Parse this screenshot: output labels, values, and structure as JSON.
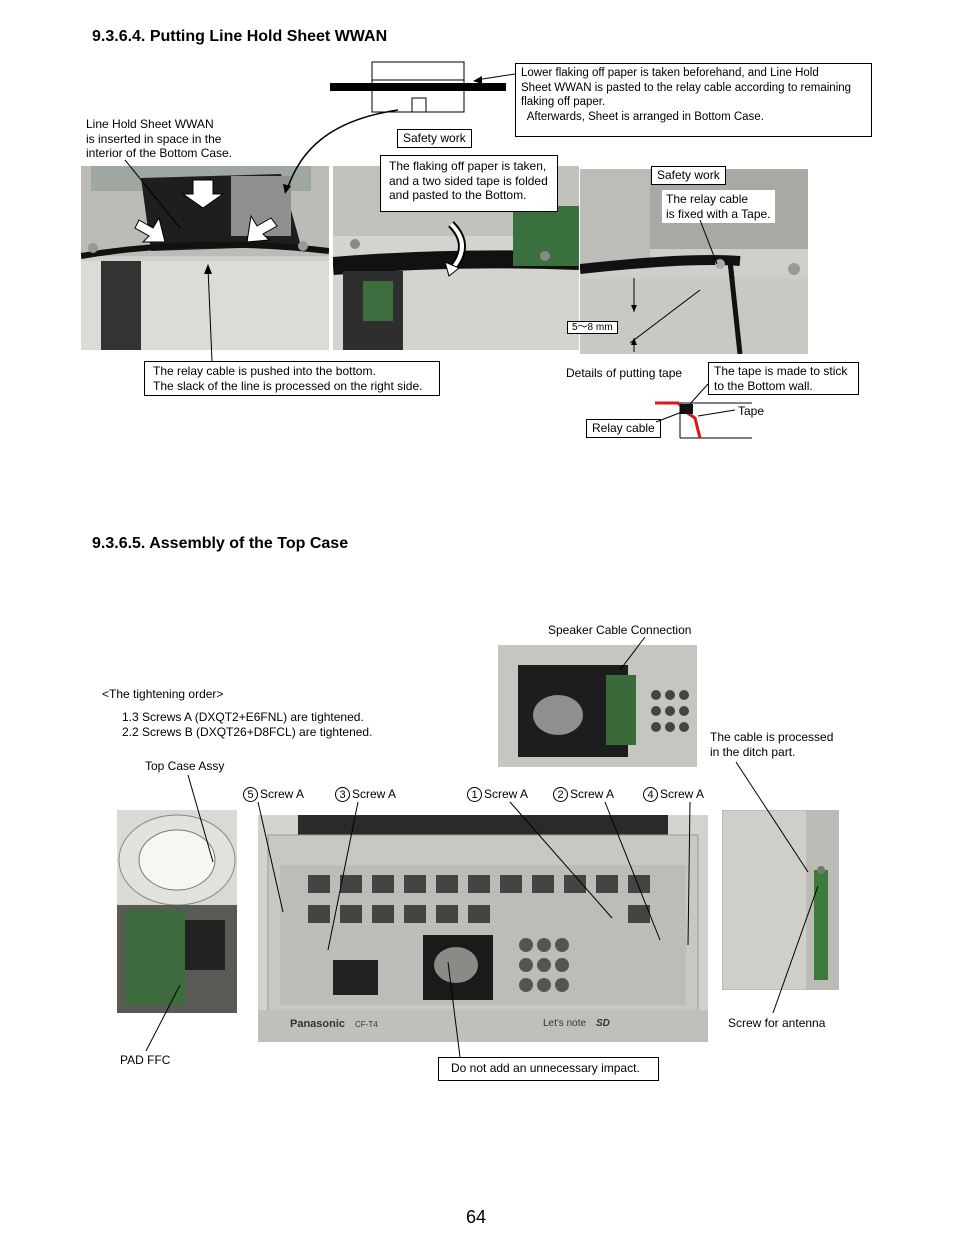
{
  "section1": {
    "heading": "9.3.6.4. Putting Line Hold Sheet WWAN",
    "callout_top": [
      "Lower flaking off paper is taken beforehand, and Line Hold",
      "Sheet WWAN is pasted to the relay cable according to remaining",
      "flaking off paper.",
      "  Afterwards, Sheet is arranged in Bottom Case."
    ],
    "inserted_note": [
      "Line Hold Sheet WWAN",
      "is inserted in space in the",
      "interior of the Bottom Case."
    ],
    "safety_work_1": "Safety work",
    "flaking_note": [
      "The flaking off paper is taken,",
      "and a two sided tape is folded",
      "and pasted to the Bottom."
    ],
    "safety_work_2": "Safety work",
    "relay_fixed": [
      "The relay cable",
      "is fixed with a Tape."
    ],
    "measure": "5～8 mm",
    "relay_pushed": [
      "The relay cable is pushed into the bottom.",
      "The slack of the line is processed on the right side."
    ],
    "details_label": "Details of putting tape",
    "tape_wall_note": [
      "The tape is made to stick",
      "to the Bottom wall."
    ],
    "tape_label": "Tape",
    "relay_cable_label": "Relay cable"
  },
  "section2": {
    "heading": "9.3.6.5. Assembly of the Top Case",
    "speaker_label": "Speaker Cable Connection",
    "tightening_title": "<The tightening order>",
    "tightening_steps": [
      "1.3 Screws A (DXQT2+E6FNL) are tightened.",
      "2.2 Screws B (DXQT26+D8FCL) are tightened."
    ],
    "cable_ditch": [
      "The cable is processed",
      "in the ditch part."
    ],
    "top_case_assy": "Top Case Assy",
    "screws": [
      {
        "num": "5",
        "label": "Screw A"
      },
      {
        "num": "3",
        "label": "Screw A"
      },
      {
        "num": "1",
        "label": "Screw A"
      },
      {
        "num": "2",
        "label": "Screw A"
      },
      {
        "num": "4",
        "label": "Screw A"
      }
    ],
    "brand_text": "Panasonic",
    "model_text": "CF-T4",
    "lets_text": "Let's note",
    "sd_text": "SD",
    "screw_antenna": "Screw for antenna",
    "pad_ffc": "PAD FFC",
    "no_impact": "Do not add an unnecessary impact."
  },
  "page_number": "64",
  "colors": {
    "tape_red": "#e01515",
    "photo_gray": "#b8b8b4",
    "photo_dark": "#2a2a2a",
    "board_green": "#2f6a3a"
  }
}
